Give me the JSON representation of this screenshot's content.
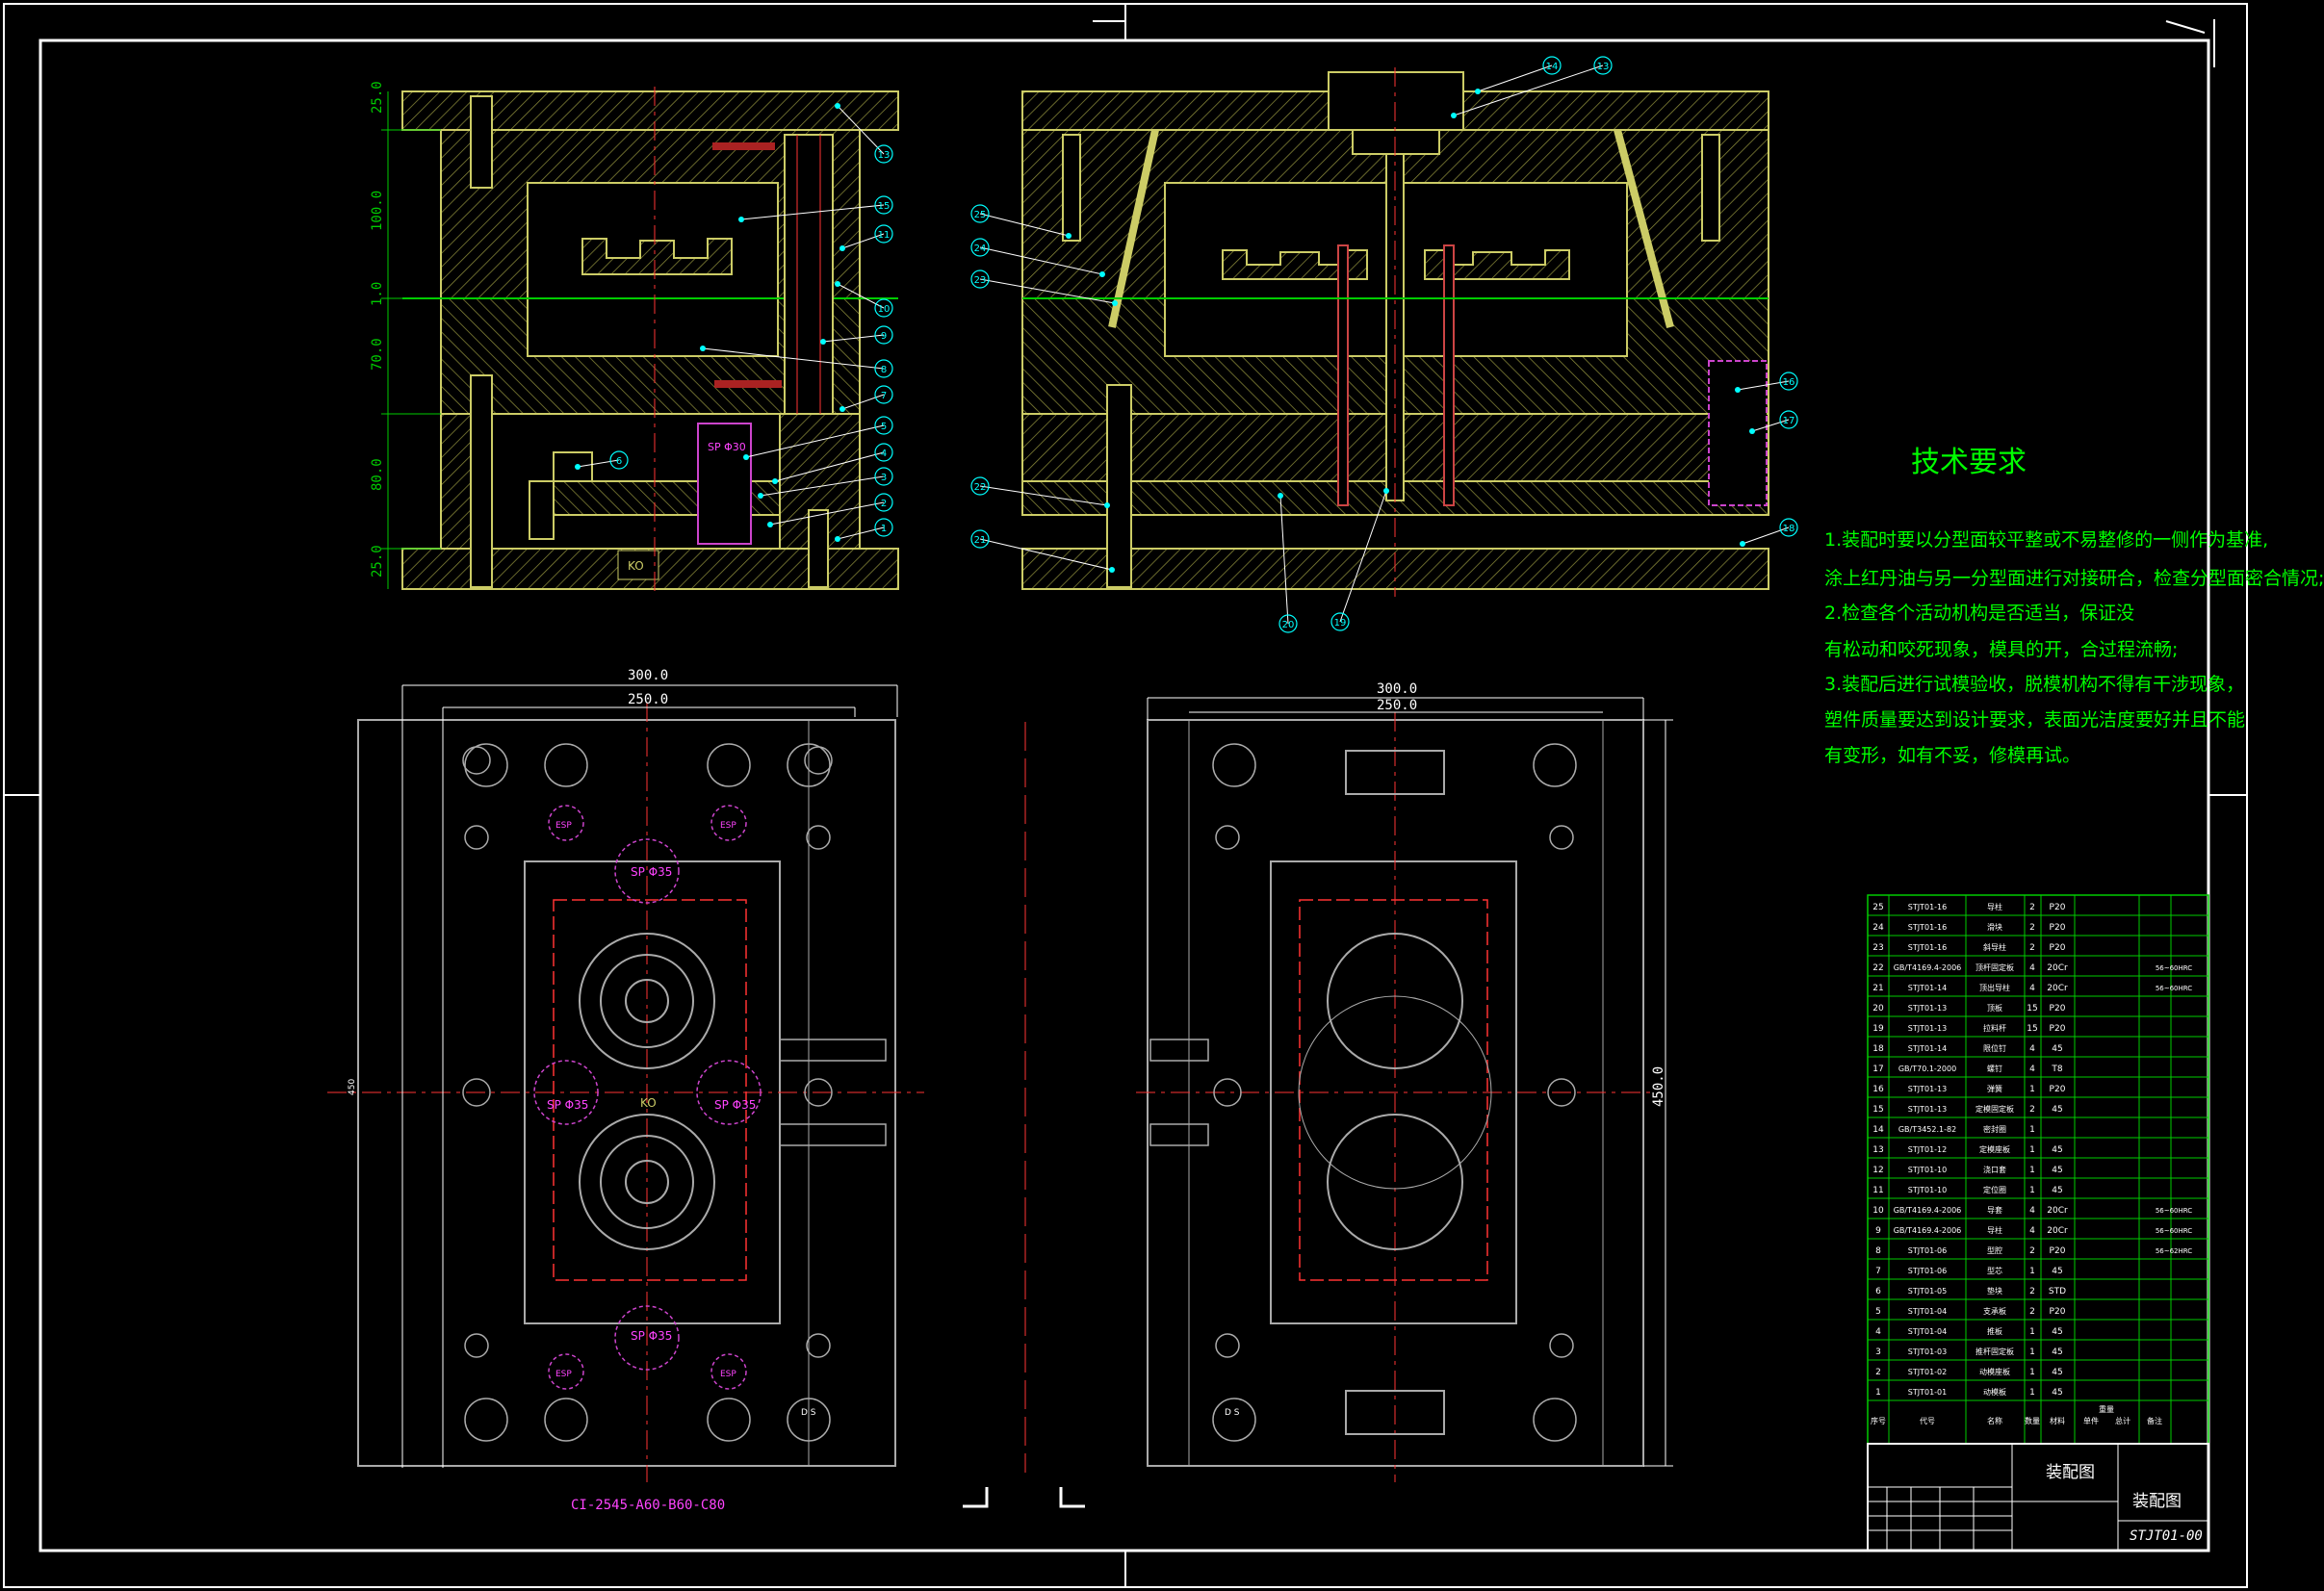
{
  "drawing": {
    "title": "装配图",
    "title_block_title": "装配图",
    "drawing_number": "STJT01-00",
    "spec_caption": "CI-2545-A60-B60-C80"
  },
  "tech_requirements": {
    "heading": "技术要求",
    "lines": [
      "1.装配时要以分型面较平整或不易整修的一侧作为基准,",
      "涂上红丹油与另一分型面进行对接研合，检查分型面密合情况;",
      "2.检查各个活动机构是否适当，保证没",
      "有松动和咬死现象，模具的开，合过程流畅;",
      "3.装配后进行试模验收，脱模机构不得有干涉现象，",
      "塑件质量要达到设计要求，表面光洁度要好并且不能",
      "有变形，如有不妥，修模再试。"
    ]
  },
  "dimensions": {
    "left_plan_outer": "300.0",
    "left_plan_inner": "250.0",
    "right_plan_outer": "300.0",
    "right_plan_inner": "250.0",
    "right_plan_height": "450.0",
    "left_plan_height": "450",
    "section_heights": [
      "25.0",
      "100.0",
      "1.0",
      "70.0",
      "80.0",
      "25.0"
    ]
  },
  "labels": {
    "sp": [
      "SP Φ35",
      "SP Φ35",
      "SP Φ35",
      "SP Φ35",
      "SP Φ30"
    ],
    "ko": [
      "KO",
      "KO"
    ],
    "esp": [
      "ESP",
      "ESP",
      "ESP",
      "ESP"
    ],
    "ds": [
      "D S",
      "D S"
    ]
  },
  "balloons_left": [
    "13",
    "15",
    "11",
    "10",
    "9",
    "8",
    "7",
    "5",
    "4",
    "3",
    "2",
    "1",
    "6"
  ],
  "balloons_right": [
    "14",
    "13",
    "25",
    "24",
    "23",
    "16",
    "17",
    "22",
    "21",
    "18",
    "20",
    "19"
  ],
  "bom": {
    "header": [
      "序号",
      "代号",
      "名称",
      "数量",
      "材料",
      "单件",
      "总计",
      "备注"
    ],
    "weight_label": "重量",
    "rows": [
      [
        "25",
        "STJT01-16",
        "导柱",
        "2",
        "P20",
        ""
      ],
      [
        "24",
        "STJT01-16",
        "滑块",
        "2",
        "P20",
        ""
      ],
      [
        "23",
        "STJT01-16",
        "斜导柱",
        "2",
        "P20",
        ""
      ],
      [
        "22",
        "GB/T4169.4-2006",
        "顶杆固定板",
        "4",
        "20Cr",
        "56~60HRC"
      ],
      [
        "21",
        "STJT01-14",
        "顶出导柱",
        "4",
        "20Cr",
        "56~60HRC"
      ],
      [
        "20",
        "STJT01-13",
        "顶板",
        "15",
        "P20",
        ""
      ],
      [
        "19",
        "STJT01-13",
        "拉料杆",
        "15",
        "P20",
        ""
      ],
      [
        "18",
        "STJT01-14",
        "限位钉",
        "4",
        "45",
        ""
      ],
      [
        "17",
        "GB/T70.1-2000",
        "螺钉",
        "4",
        "T8",
        ""
      ],
      [
        "16",
        "STJT01-13",
        "弹簧",
        "1",
        "P20",
        ""
      ],
      [
        "15",
        "STJT01-13",
        "定模固定板",
        "2",
        "45",
        ""
      ],
      [
        "14",
        "GB/T3452.1-82",
        "密封圈",
        "1",
        "",
        ""
      ],
      [
        "13",
        "STJT01-12",
        "定模座板",
        "1",
        "45",
        ""
      ],
      [
        "12",
        "STJT01-10",
        "浇口套",
        "1",
        "45",
        ""
      ],
      [
        "11",
        "STJT01-10",
        "定位圈",
        "1",
        "45",
        ""
      ],
      [
        "10",
        "GB/T4169.4-2006",
        "导套",
        "4",
        "20Cr",
        "56~60HRC"
      ],
      [
        "9",
        "GB/T4169.4-2006",
        "导柱",
        "4",
        "20Cr",
        "56~60HRC"
      ],
      [
        "8",
        "STJT01-06",
        "型腔",
        "2",
        "P20",
        "56~62HRC"
      ],
      [
        "7",
        "STJT01-06",
        "型芯",
        "1",
        "45",
        ""
      ],
      [
        "6",
        "STJT01-05",
        "垫块",
        "2",
        "STD",
        ""
      ],
      [
        "5",
        "STJT01-04",
        "支承板",
        "2",
        "P20",
        ""
      ],
      [
        "4",
        "STJT01-04",
        "推板",
        "1",
        "45",
        ""
      ],
      [
        "3",
        "STJT01-03",
        "推杆固定板",
        "1",
        "45",
        ""
      ],
      [
        "2",
        "STJT01-02",
        "动模座板",
        "1",
        "45",
        ""
      ],
      [
        "1",
        "STJT01-01",
        "动模板",
        "1",
        "45",
        ""
      ]
    ]
  }
}
